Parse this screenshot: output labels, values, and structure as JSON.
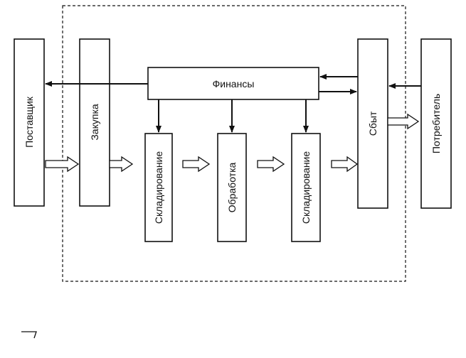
{
  "diagram": {
    "nodes": {
      "supplier": "Поставщик",
      "purchasing": "Закупка",
      "finance": "Финансы",
      "warehousing_1": "Складирование",
      "processing": "Обработка",
      "warehousing_2": "Складирование",
      "sales": "Сбыт",
      "consumer": "Потребитель"
    }
  }
}
